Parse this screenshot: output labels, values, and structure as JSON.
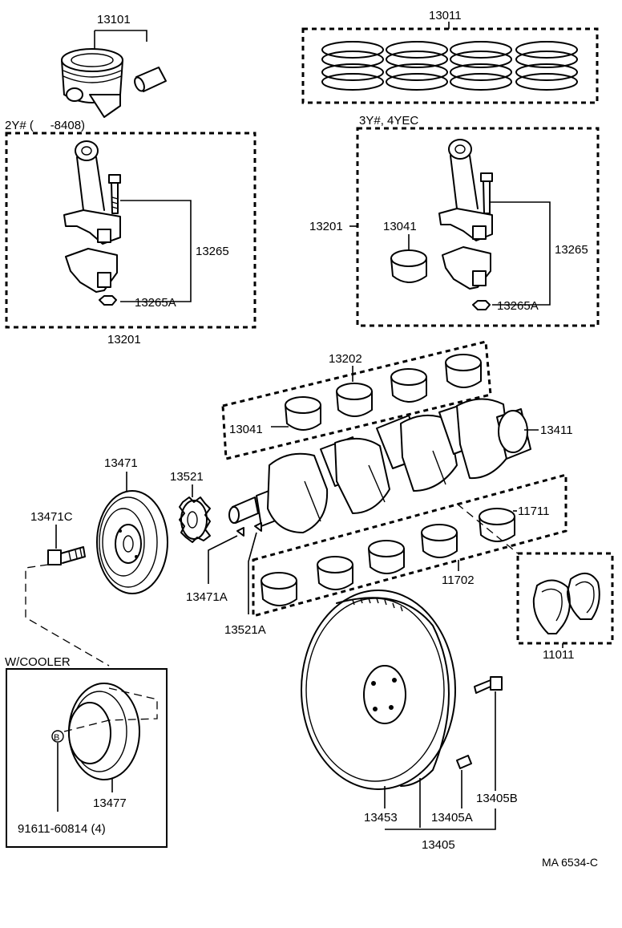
{
  "diagram": {
    "labels": {
      "piston": "13101",
      "rings": "13011",
      "variant_left": "2Y# (     -8408)",
      "variant_right": "3Y#, 4YEC",
      "rod_bolt_left": "13265",
      "rod_nut_left": "13265A",
      "rod_left": "13201",
      "rod_right": "13201",
      "rod_bearing_right": "13041",
      "rod_bolt_right": "13265",
      "rod_nut_right": "13265A",
      "bearing_set": "13202",
      "bearing_upper": "13041",
      "crankshaft": "13411",
      "pulley": "13471",
      "gear": "13521",
      "pulley_bolt": "13471C",
      "main_bearing_1": "11711",
      "main_bearing_set": "11702",
      "key_a": "13471A",
      "key_b": "13521A",
      "thrust_washer": "11011",
      "cooler_title": "W/COOLER",
      "cooler_pulley": "13477",
      "cooler_bolt": "91611-60814 (4)",
      "callout_b": "B",
      "flywheel_ring": "13453",
      "flywheel_pin": "13405A",
      "flywheel_bolt": "13405B",
      "flywheel": "13405",
      "drawing_code": "MA 6534-C"
    }
  }
}
